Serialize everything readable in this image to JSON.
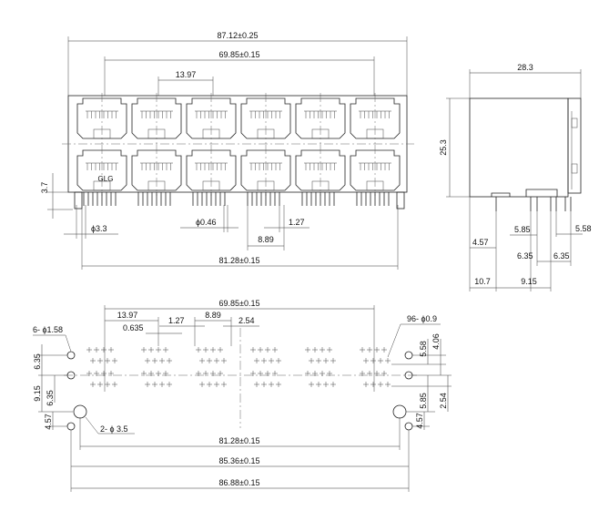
{
  "drawing": {
    "front": {
      "overall_width": "87.12±0.25",
      "span": "69.85±0.15",
      "pitch": "13.97",
      "pin_span": "81.28±0.15",
      "peg_dia": "ϕ3.3",
      "pin_dia": "ϕ0.46",
      "pin_pitch": "1.27",
      "row_offset": "8.89",
      "standoff": "3.7",
      "marking": "GLG",
      "ports_per_row": 6,
      "rows": 2
    },
    "side": {
      "depth": "28.3",
      "height": "25.3",
      "d1": "5.85",
      "d2": "5.58",
      "d3": "4.57",
      "d4": "6.35",
      "d5": "6.35",
      "d6": "10.7",
      "d7": "9.15"
    },
    "footprint": {
      "span": "69.85±0.15",
      "pitch": "13.97",
      "grid_x": "0.635",
      "pin_pitch": "1.27",
      "row_off": "8.89",
      "small_gap": "2.54",
      "mount_holes": "6- ϕ1.58",
      "pin_holes": "96- ϕ0.9",
      "peg_holes": "2- ϕ 3.5",
      "left_a": "6.35",
      "left_b": "9.15",
      "left_c": "6.35",
      "left_d": "4.57",
      "right_a": "5.58",
      "right_b": "4.06",
      "right_c": "5.85",
      "right_d": "2.54",
      "right_e": "4.57",
      "width_pins": "81.28±0.15",
      "width_mid": "85.36±0.15",
      "width_total": "86.88±0.15"
    }
  }
}
